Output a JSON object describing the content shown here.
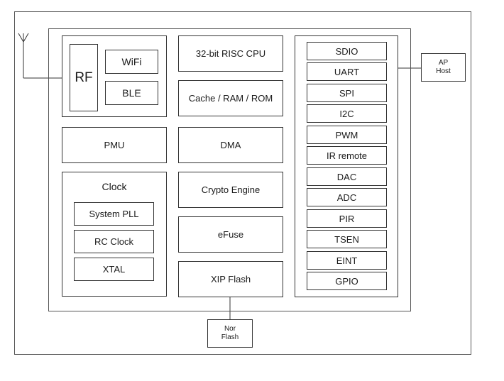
{
  "rf_block": {
    "rf": "RF",
    "wifi": "WiFi",
    "ble": "BLE"
  },
  "pmu": "PMU",
  "clock": {
    "title": "Clock",
    "items": [
      "System PLL",
      "RC Clock",
      "XTAL"
    ]
  },
  "core": [
    "32-bit RISC CPU",
    "Cache / RAM / ROM",
    "DMA",
    "Crypto Engine",
    "eFuse",
    "XIP Flash"
  ],
  "peripherals": [
    "SDIO",
    "UART",
    "SPI",
    "I2C",
    "PWM",
    "IR remote",
    "DAC",
    "ADC",
    "PIR",
    "TSEN",
    "EINT",
    "GPIO"
  ],
  "ap_host": {
    "line1": "AP",
    "line2": "Host"
  },
  "nor_flash": {
    "line1": "Nor",
    "line2": "Flash"
  }
}
